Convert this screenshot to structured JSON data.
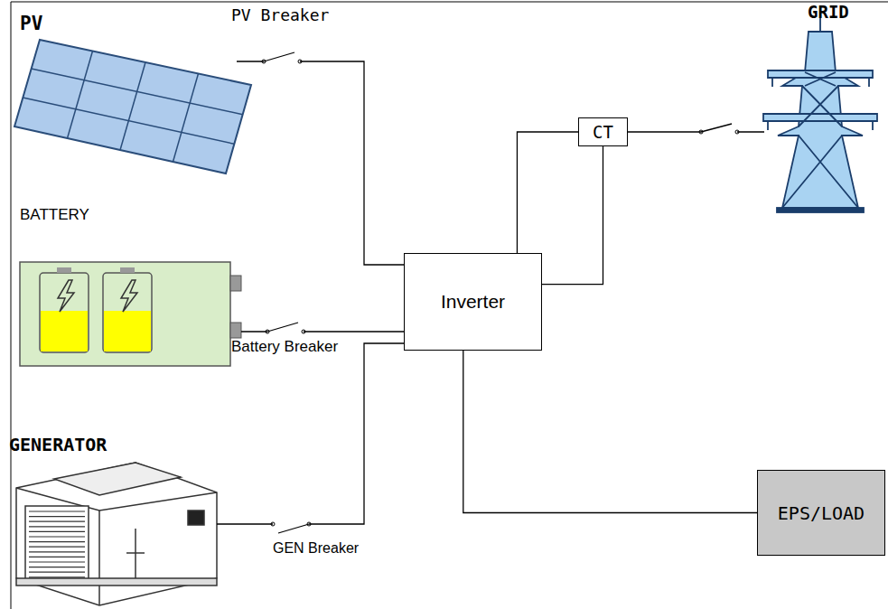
{
  "diagram": {
    "nodes": [
      {
        "text": [
          "CT"
        ]
      },
      {
        "text": [
          "Inverter"
        ]
      },
      {
        "text": [
          "EPS/LOAD"
        ]
      }
    ],
    "edges": [
      {
        "from": 1,
        "to": 0,
        "arrow": "none"
      },
      {
        "from": 1,
        "to": 0,
        "arrow": "none"
      },
      {
        "from": 1,
        "to": 2,
        "arrow": "none"
      }
    ],
    "labels": [
      "PV",
      "PV Breaker",
      "GRID",
      "BATTERY",
      "Battery Breaker",
      "GENERATOR",
      "GEN Breaker"
    ]
  }
}
